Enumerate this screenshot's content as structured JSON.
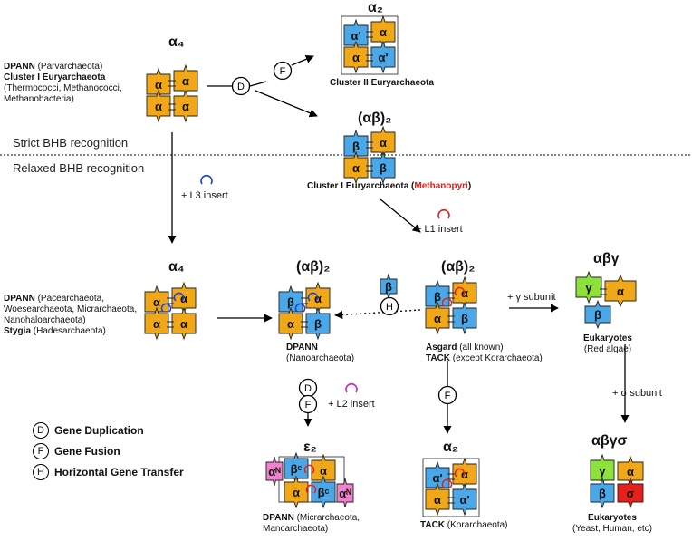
{
  "colors": {
    "orange": "#f0a818",
    "blue": "#4aa8e8",
    "green": "#8ee03a",
    "pink": "#ee82cc",
    "red": "#e8201c",
    "loop_blue": "#1b3fd8",
    "loop_red": "#e8201c",
    "loop_magenta": "#cc22cc"
  },
  "sections": {
    "strict": "Strict BHB recognition",
    "relaxed": "Relaxed BHB recognition"
  },
  "n1": {
    "title": "α₄",
    "subs": [
      "α",
      "α",
      "α",
      "α"
    ]
  },
  "n2": {
    "title": "α₂",
    "subs": [
      "α'",
      "α",
      "α",
      "α'"
    ],
    "caption": "Cluster II Euryarchaeota"
  },
  "n3": {
    "title": "(αβ)₂",
    "subs": [
      "β",
      "α",
      "α",
      "β"
    ],
    "caption_main": "Cluster I Euryarchaeota (",
    "caption_red": "Methanopyri",
    "caption_end": ")"
  },
  "n4": {
    "title": "α₄",
    "subs": [
      "α",
      "α",
      "α",
      "α"
    ]
  },
  "n5": {
    "title": "(αβ)₂",
    "subs": [
      "β",
      "α",
      "α",
      "β"
    ],
    "caption_bold": "DPANN",
    "caption_sub": "(Nanoarchaeota)"
  },
  "n6": {
    "title": "(αβ)₂",
    "subs": [
      "β",
      "α",
      "α",
      "β"
    ],
    "cap1_bold": "Asgard",
    "cap1": " (all known)",
    "cap2_bold": "TACK",
    "cap2": " (except Korarchaeota)"
  },
  "n7": {
    "title": "αβγ",
    "subs": [
      "γ",
      "α",
      "β"
    ],
    "caption_bold": "Eukaryotes",
    "caption_sub": "(Red algae)"
  },
  "n8": {
    "title": "ε₂",
    "subs": [
      "αᴺ",
      "βᶜ",
      "α",
      "α",
      "βᶜ",
      "αᴺ"
    ],
    "cap_bold": "DPANN",
    "cap1": " (Micrarchaeota,",
    "cap2": "Mancarchaeota)"
  },
  "n9": {
    "title": "α₂",
    "subs": [
      "α'",
      "α",
      "α",
      "α'"
    ],
    "cap_bold": "TACK",
    "cap": " (Korarchaeota)"
  },
  "n10": {
    "title": "αβγσ",
    "subs": [
      "γ",
      "α",
      "β",
      "σ"
    ],
    "caption_bold": "Eukaryotes",
    "caption_sub": "(Yeast, Human, etc)"
  },
  "hgt_piece": "β",
  "left_top": {
    "l1_bold": "DPANN",
    "l1": " (Parvarchaeota)",
    "l2_bold": "Cluster I Euryarchaeota",
    "l3": "(Thermococci, Methanococci,",
    "l4": "Methanobacteria)"
  },
  "left_mid": {
    "l1_bold": "DPANN",
    "l1": " (Pacearchaeota,",
    "l2": "Woesearchaeota, Micrarchaeota,",
    "l3": "Nanohaloarchaeota)",
    "l4_bold": "Stygia",
    "l4": " (Hadesarchaeota)"
  },
  "edges": {
    "l3": "+ L3 insert",
    "l1": "+ L1 insert",
    "l2": "+ L2 insert",
    "gamma": "+ γ subunit",
    "sigma": "+ σ subunit"
  },
  "nodes": {
    "D": "D",
    "F": "F",
    "H": "H"
  },
  "legend": [
    {
      "letter": "D",
      "label": "Gene Duplication"
    },
    {
      "letter": "F",
      "label": "Gene Fusion"
    },
    {
      "letter": "H",
      "label": "Horizontal Gene Transfer"
    }
  ]
}
